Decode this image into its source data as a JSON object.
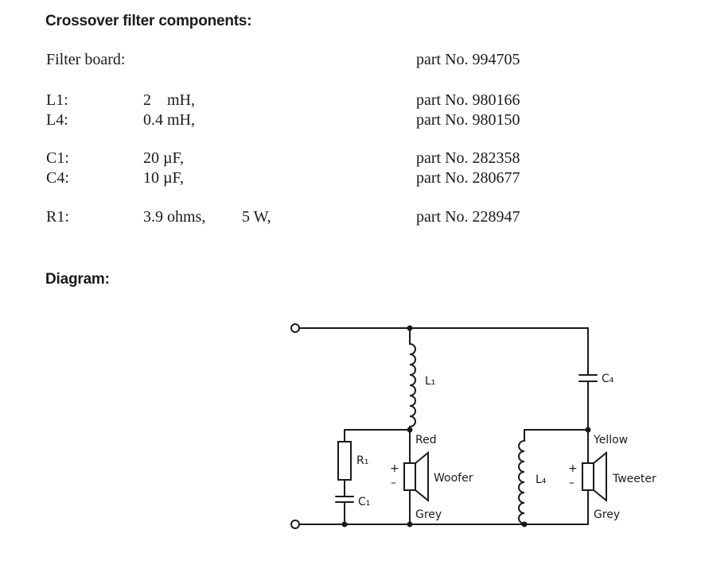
{
  "components_heading": "Crossover filter components:",
  "filter_board": {
    "label": "Filter board:",
    "part": "part No. 994705"
  },
  "inductors": [
    {
      "ref": "L1:",
      "value": "2    mH,",
      "part": "part No. 980166"
    },
    {
      "ref": "L4:",
      "value": "0.4 mH,",
      "part": "part No. 980150"
    }
  ],
  "capacitors": [
    {
      "ref": "C1:",
      "value": "20 µF,",
      "part": "part No. 282358"
    },
    {
      "ref": "C4:",
      "value": "10 µF,",
      "part": "part No. 280677"
    }
  ],
  "resistor": {
    "ref": "R1:",
    "value": "3.9 ohms,",
    "power": "5 W,",
    "part": "part No. 228947"
  },
  "diagram_heading": "Diagram:",
  "diagram": {
    "label_L1": "L₁",
    "label_C4": "C₄",
    "label_R1": "R₁",
    "label_C1": "C₁",
    "label_L4": "L₄",
    "label_red": "Red",
    "label_yellow": "Yellow",
    "label_woofer": "Woofer",
    "label_tweeter": "Tweeter",
    "label_grey_woofer": "Grey",
    "label_grey_tweeter": "Grey",
    "plus_sign": "+",
    "minus_sign": "–"
  }
}
